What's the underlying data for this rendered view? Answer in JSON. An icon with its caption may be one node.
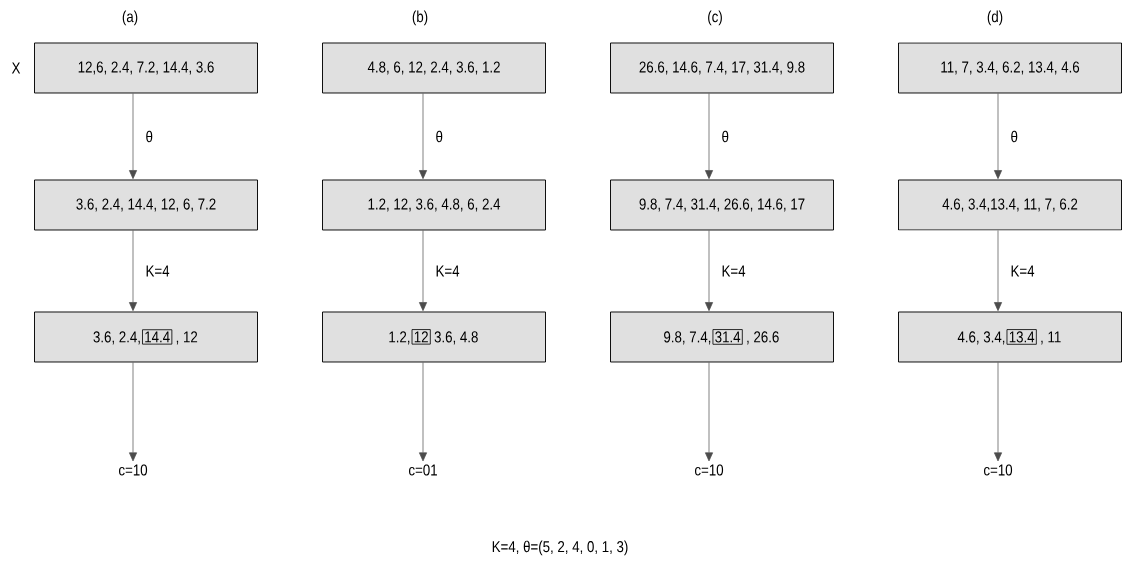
{
  "diagram": {
    "caption": "K=4, θ=(5, 2, 4, 0, 1, 3)",
    "nodes": [
      {
        "text": [
          "12,6, 2.4, 7.2, 14.4, 3.6"
        ],
        "beside": [
          "X"
        ]
      },
      {
        "text": [
          "3.6, 2.4, 14.4, 12, 6, 7.2"
        ]
      },
      {
        "text": [
          "3.6, 2.4,",
          ", 12"
        ]
      },
      {
        "text": [
          "14.4"
        ],
        "in": 2
      },
      {
        "text": [
          "c=10"
        ]
      },
      {
        "text": [
          "4.8, 6, 12,  2.4, 3.6, 1.2"
        ]
      },
      {
        "text": [
          "1.2, 12, 3.6, 4.8, 6, 2.4"
        ]
      },
      {
        "text": [
          "1.2,",
          "3.6, 4.8"
        ]
      },
      {
        "text": [
          "12"
        ],
        "in": 7
      },
      {
        "text": [
          "c=01"
        ]
      },
      {
        "text": [
          "26.6, 14.6, 7.4, 17, 31.4,  9.8"
        ]
      },
      {
        "text": [
          "9.8, 7.4, 31.4, 26.6, 14.6, 17"
        ]
      },
      {
        "text": [
          "9.8, 7.4,",
          ", 26.6"
        ]
      },
      {
        "text": [
          "31.4"
        ],
        "in": 12
      },
      {
        "text": [
          "c=10"
        ]
      },
      {
        "text": [
          "11, 7, 3.4, 6.2, 13.4, 4.6"
        ]
      },
      {
        "text": [
          "4.6, 3.4,13.4, 11, 7, 6.2"
        ]
      },
      {
        "text": [
          "4.6, 3.4,",
          ", 11"
        ]
      },
      {
        "text": [
          "13.4"
        ],
        "in": 17
      },
      {
        "text": [
          "c=10"
        ]
      }
    ],
    "edges": [
      {
        "from": 0,
        "to": 1,
        "arrow": "to",
        "label": "θ"
      },
      {
        "from": 1,
        "to": 2,
        "arrow": "to",
        "label": "K=4"
      },
      {
        "from": 2,
        "to": 4,
        "arrow": "to"
      },
      {
        "from": 5,
        "to": 6,
        "arrow": "to",
        "label": "θ"
      },
      {
        "from": 6,
        "to": 7,
        "arrow": "to",
        "label": "K=4"
      },
      {
        "from": 7,
        "to": 9,
        "arrow": "to"
      },
      {
        "from": 10,
        "to": 11,
        "arrow": "to",
        "label": "θ"
      },
      {
        "from": 11,
        "to": 12,
        "arrow": "to",
        "label": "K=4"
      },
      {
        "from": 12,
        "to": 14,
        "arrow": "to"
      },
      {
        "from": 15,
        "to": 16,
        "arrow": "to",
        "label": "θ"
      },
      {
        "from": 16,
        "to": 17,
        "arrow": "to",
        "label": "K=4"
      },
      {
        "from": 17,
        "to": 19,
        "arrow": "to"
      }
    ],
    "labels": [
      "(a)",
      "(b)",
      "(c)",
      "(d)"
    ]
  }
}
